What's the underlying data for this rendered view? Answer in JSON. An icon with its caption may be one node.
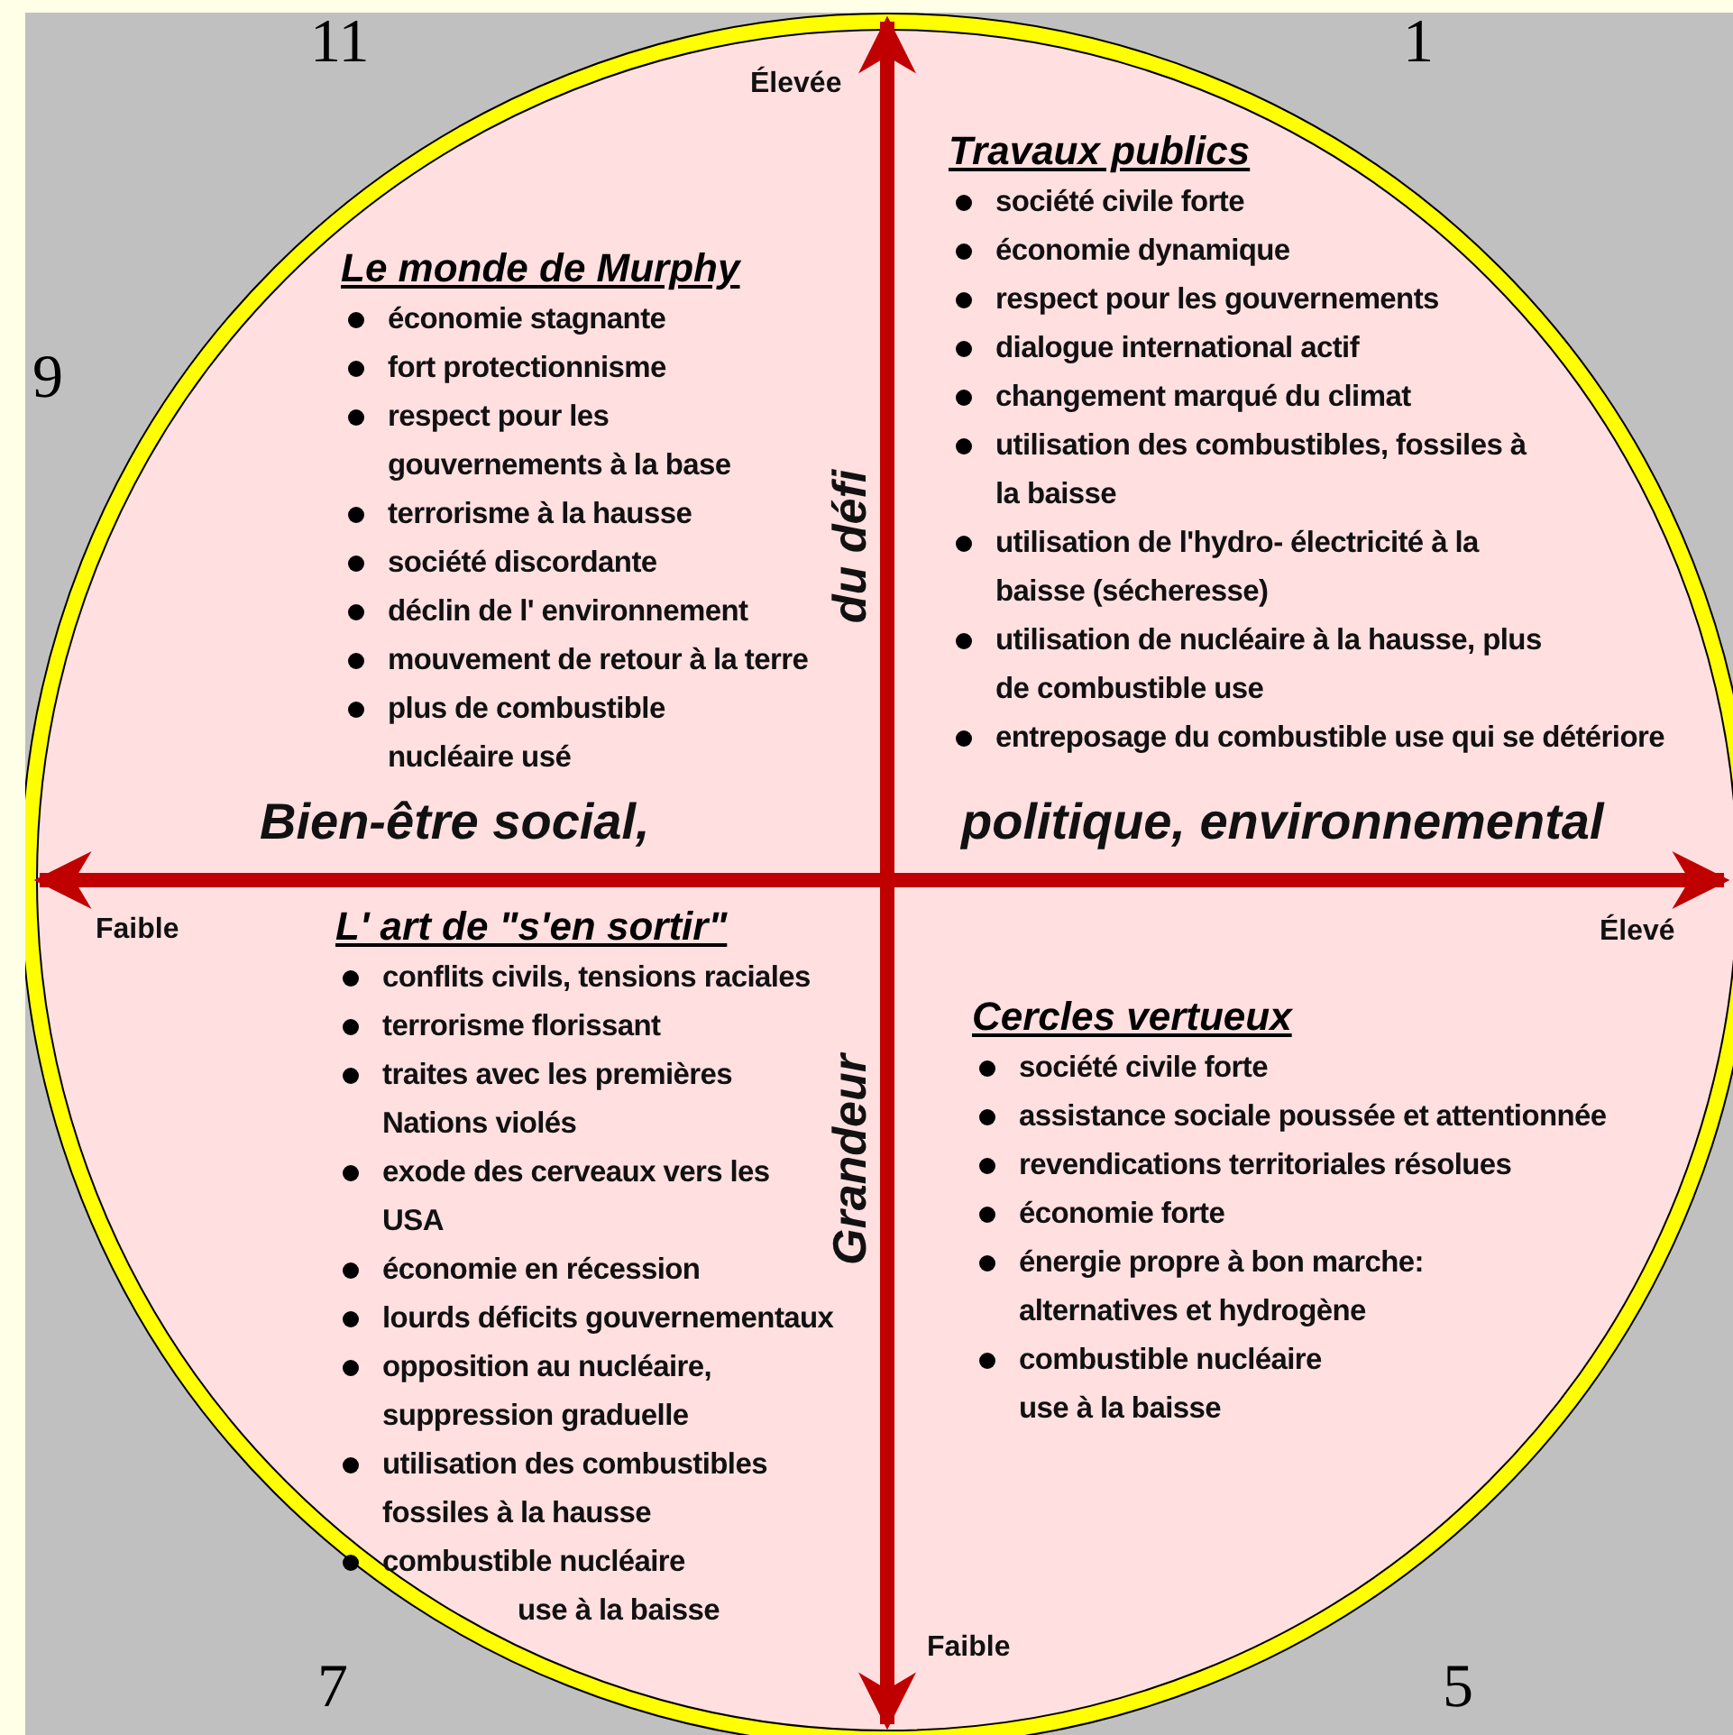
{
  "diagram": {
    "nodes": [
      {
        "text": [
          "Élevée",
          "du défi",
          "Bien-être social,",
          "politique, environnemental",
          "Faible",
          "Élevé",
          "Grandeur",
          "Faible"
        ]
      },
      {
        "text": [
          "Le monde de Murphy",
          "économie stagnante",
          "fort protectionnisme",
          "respect pour les gouvernements à la base",
          "terrorisme à la hausse",
          "société discordante",
          "déclin de l' environnement",
          "mouvement de retour à la terre",
          "plus de combustible nucléaire usé"
        ],
        "in": 0
      },
      {
        "text": [
          "Travaux publics",
          "société civile forte",
          "économie dynamique",
          "respect pour les gouvernements",
          "dialogue international actif",
          "changement marqué du climat",
          "utilisation des combustibles, fossiles à la baisse",
          "utilisation de l'hydro- électricité à la baisse (sécheresse)",
          "utilisation de nucléaire à la hausse, plus de combustible use",
          "entreposage du combustible use qui se détériore"
        ],
        "in": 0
      },
      {
        "text": [
          "L' art de \"s'en sortir\"",
          "conflits civils, tensions raciales",
          "terrorisme florissant",
          "traites avec les premières Nations violés",
          "exode des cerveaux vers les USA",
          "économie en récession",
          "lourds déficits gouvernementaux",
          "opposition au nucléaire, suppression graduelle",
          "utilisation des combustibles fossiles à la hausse",
          "combustible nucléaire use à la baisse"
        ],
        "in": 0
      },
      {
        "text": [
          "Cercles vertueux",
          "société civile forte",
          "assistance sociale poussée et attentionnée",
          "revendications territoriales résolues",
          "économie forte",
          "énergie propre à bon marche: alternatives et hydrogène",
          "combustible nucléaire use à la baisse"
        ],
        "in": 0
      }
    ],
    "labels": [
      "11",
      "1",
      "9",
      "7",
      "5"
    ]
  }
}
